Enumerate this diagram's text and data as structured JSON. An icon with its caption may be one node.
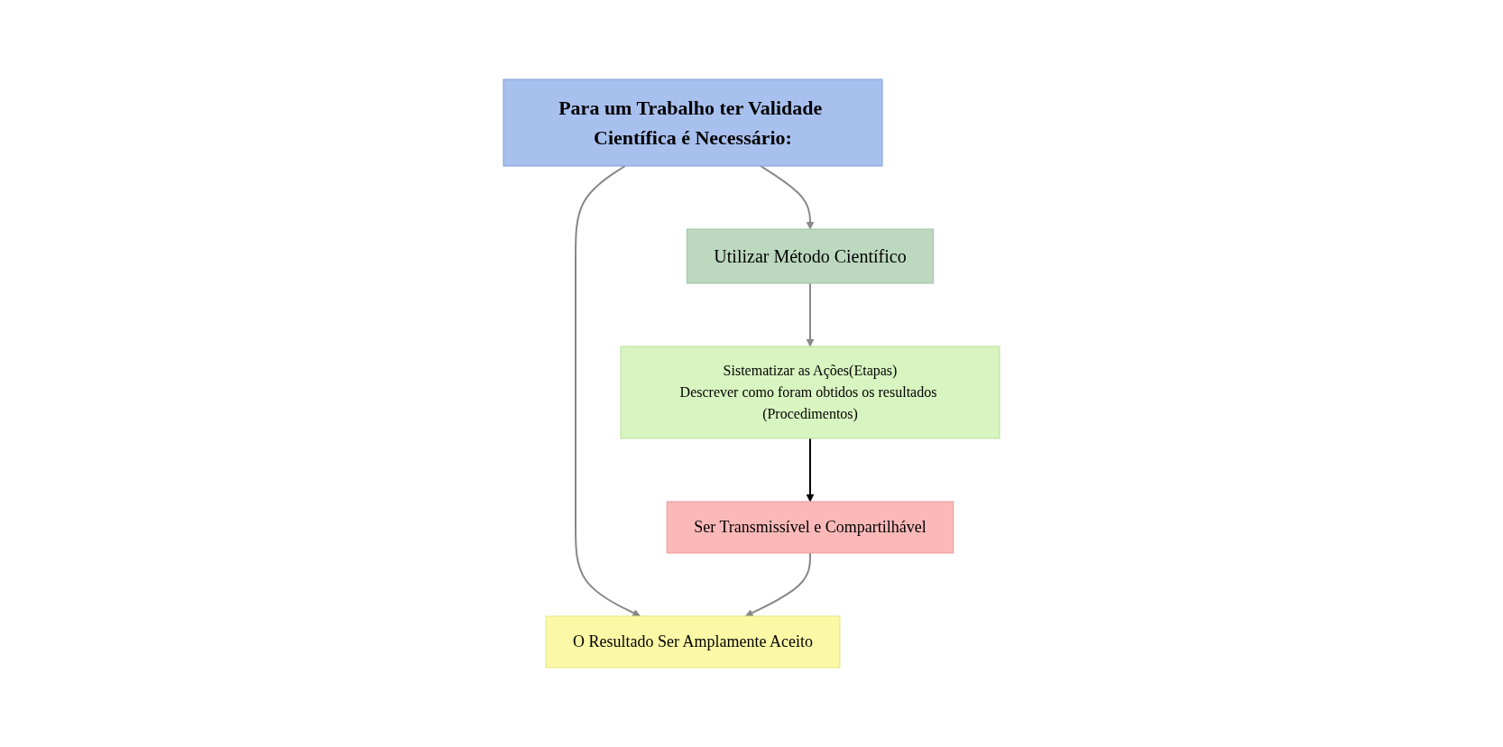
{
  "diagram": {
    "nodes": [
      {
        "text": [
          "Para um Trabalho ter Validade Científica é Necessário:"
        ]
      },
      {
        "text": [
          "Utilizar Método Científico"
        ]
      },
      {
        "text": [
          "O Resultado Ser Amplamente Aceito"
        ]
      },
      {
        "text": [
          "Sistematizar as Ações(Etapas)",
          "Descrever como foram obtidos os resultados (Procedimentos)"
        ]
      },
      {
        "text": [
          "Ser Transmissível e Compartilhável"
        ]
      }
    ],
    "edges": [
      {
        "from": 0,
        "to": 1,
        "arrow": "to"
      },
      {
        "from": 0,
        "to": 2,
        "arrow": "to"
      },
      {
        "from": 1,
        "to": 3,
        "arrow": "to"
      },
      {
        "from": 3,
        "to": 4,
        "arrow": "to",
        "color": "#000000"
      },
      {
        "from": 4,
        "to": 2,
        "arrow": "to"
      }
    ]
  }
}
